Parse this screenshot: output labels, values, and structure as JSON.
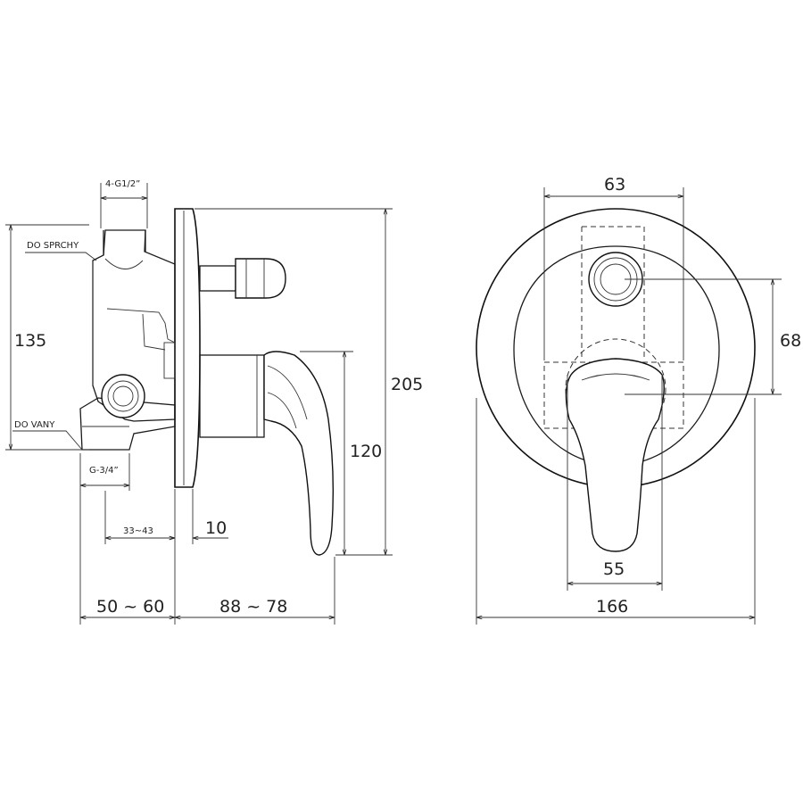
{
  "side_view": {
    "labels": {
      "outlet_thread": "4-G1/2”",
      "shower_outlet": "DO SPRCHY",
      "bath_outlet": "DO VANY",
      "inlet_thread": "G-3/4”"
    },
    "dimensions": {
      "body_height": "135",
      "total_height": "205",
      "lever_height": "120",
      "install_range": "33~43",
      "plate_gap": "10",
      "body_depth": "50 ~ 60",
      "projection": "88 ~ 78"
    }
  },
  "front_view": {
    "dimensions": {
      "inner_width": "63",
      "center_distance": "68",
      "lever_width": "55",
      "plate_diameter": "166"
    }
  }
}
